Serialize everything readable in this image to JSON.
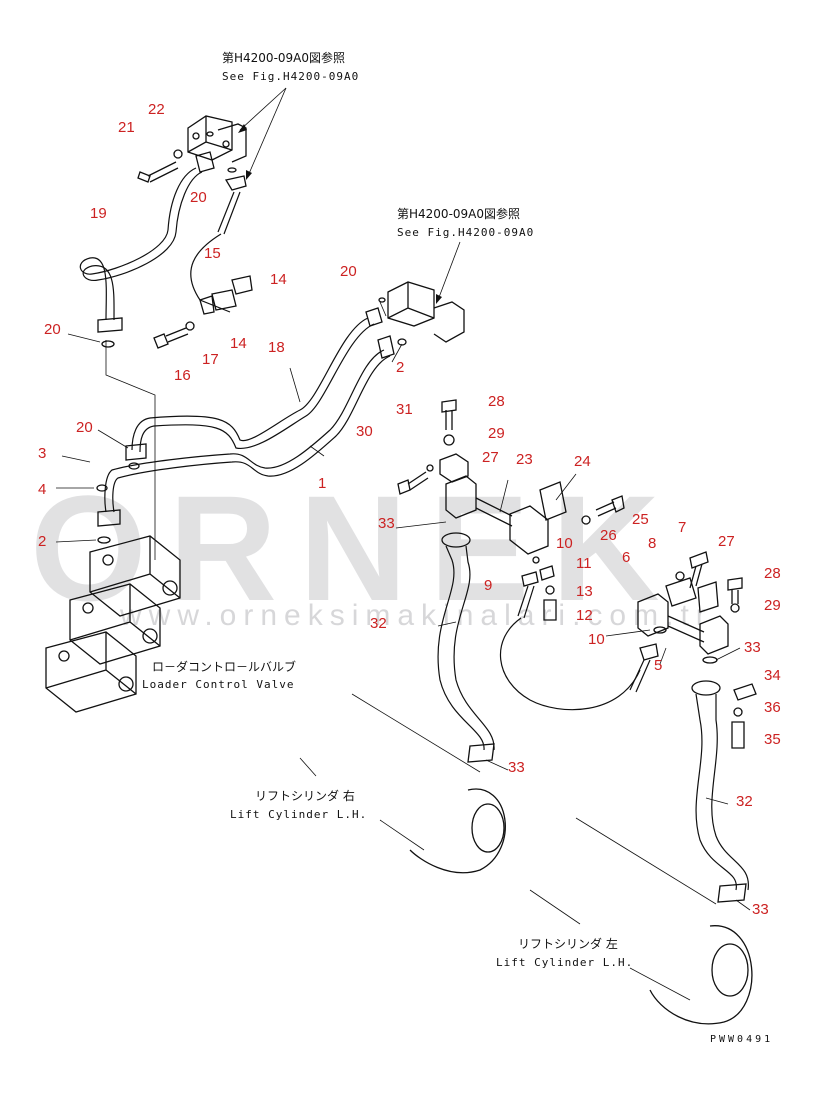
{
  "refs": {
    "top": {
      "jp": "第H4200-09A0図参照",
      "en": "See Fig.H4200-09A0"
    },
    "mid": {
      "jp": "第H4200-09A0図参照",
      "en": "See Fig.H4200-09A0"
    }
  },
  "labels": {
    "valve_jp": "ロ－ダコントロ－ルバルブ",
    "valve_en": "Loader Control Valve",
    "cyl_rh_jp": "リフトシリンダ 右",
    "cyl_rh_en": "Lift Cylinder L.H.",
    "cyl_lh_jp": "リフトシリンダ 左",
    "cyl_lh_en": "Lift Cylinder L.H."
  },
  "drawing_code": "PWW0491",
  "watermark": {
    "logo": "ORNEK",
    "url": "www.orneksimakinalari.com.tr"
  },
  "parts": [
    {
      "id": "p21",
      "text": "21"
    },
    {
      "id": "p22",
      "text": "22"
    },
    {
      "id": "p20a",
      "text": "20"
    },
    {
      "id": "p19",
      "text": "19"
    },
    {
      "id": "p15",
      "text": "15"
    },
    {
      "id": "p14a",
      "text": "14"
    },
    {
      "id": "p14b",
      "text": "14"
    },
    {
      "id": "p17",
      "text": "17"
    },
    {
      "id": "p16",
      "text": "16"
    },
    {
      "id": "p20b",
      "text": "20"
    },
    {
      "id": "p20c",
      "text": "20"
    },
    {
      "id": "p18",
      "text": "18"
    },
    {
      "id": "p2a",
      "text": "2"
    },
    {
      "id": "p20d",
      "text": "20"
    },
    {
      "id": "p3",
      "text": "3"
    },
    {
      "id": "p4",
      "text": "4"
    },
    {
      "id": "p2b",
      "text": "2"
    },
    {
      "id": "p28a",
      "text": "28"
    },
    {
      "id": "p29a",
      "text": "29"
    },
    {
      "id": "p31",
      "text": "31"
    },
    {
      "id": "p30",
      "text": "30"
    },
    {
      "id": "p27a",
      "text": "27"
    },
    {
      "id": "p23",
      "text": "23"
    },
    {
      "id": "p24",
      "text": "24"
    },
    {
      "id": "p1",
      "text": "1"
    },
    {
      "id": "p25",
      "text": "25"
    },
    {
      "id": "p26",
      "text": "26"
    },
    {
      "id": "p33a",
      "text": "33"
    },
    {
      "id": "p10a",
      "text": "10"
    },
    {
      "id": "p11",
      "text": "11"
    },
    {
      "id": "p9",
      "text": "9"
    },
    {
      "id": "p13",
      "text": "13"
    },
    {
      "id": "p12",
      "text": "12"
    },
    {
      "id": "p7",
      "text": "7"
    },
    {
      "id": "p8",
      "text": "8"
    },
    {
      "id": "p27b",
      "text": "27"
    },
    {
      "id": "p6",
      "text": "6"
    },
    {
      "id": "p28b",
      "text": "28"
    },
    {
      "id": "p29b",
      "text": "29"
    },
    {
      "id": "p32a",
      "text": "32"
    },
    {
      "id": "p10b",
      "text": "10"
    },
    {
      "id": "p5",
      "text": "5"
    },
    {
      "id": "p33b",
      "text": "33"
    },
    {
      "id": "p34",
      "text": "34"
    },
    {
      "id": "p36",
      "text": "36"
    },
    {
      "id": "p35",
      "text": "35"
    },
    {
      "id": "p33c",
      "text": "33"
    },
    {
      "id": "p32b",
      "text": "32"
    },
    {
      "id": "p33d",
      "text": "33"
    }
  ]
}
